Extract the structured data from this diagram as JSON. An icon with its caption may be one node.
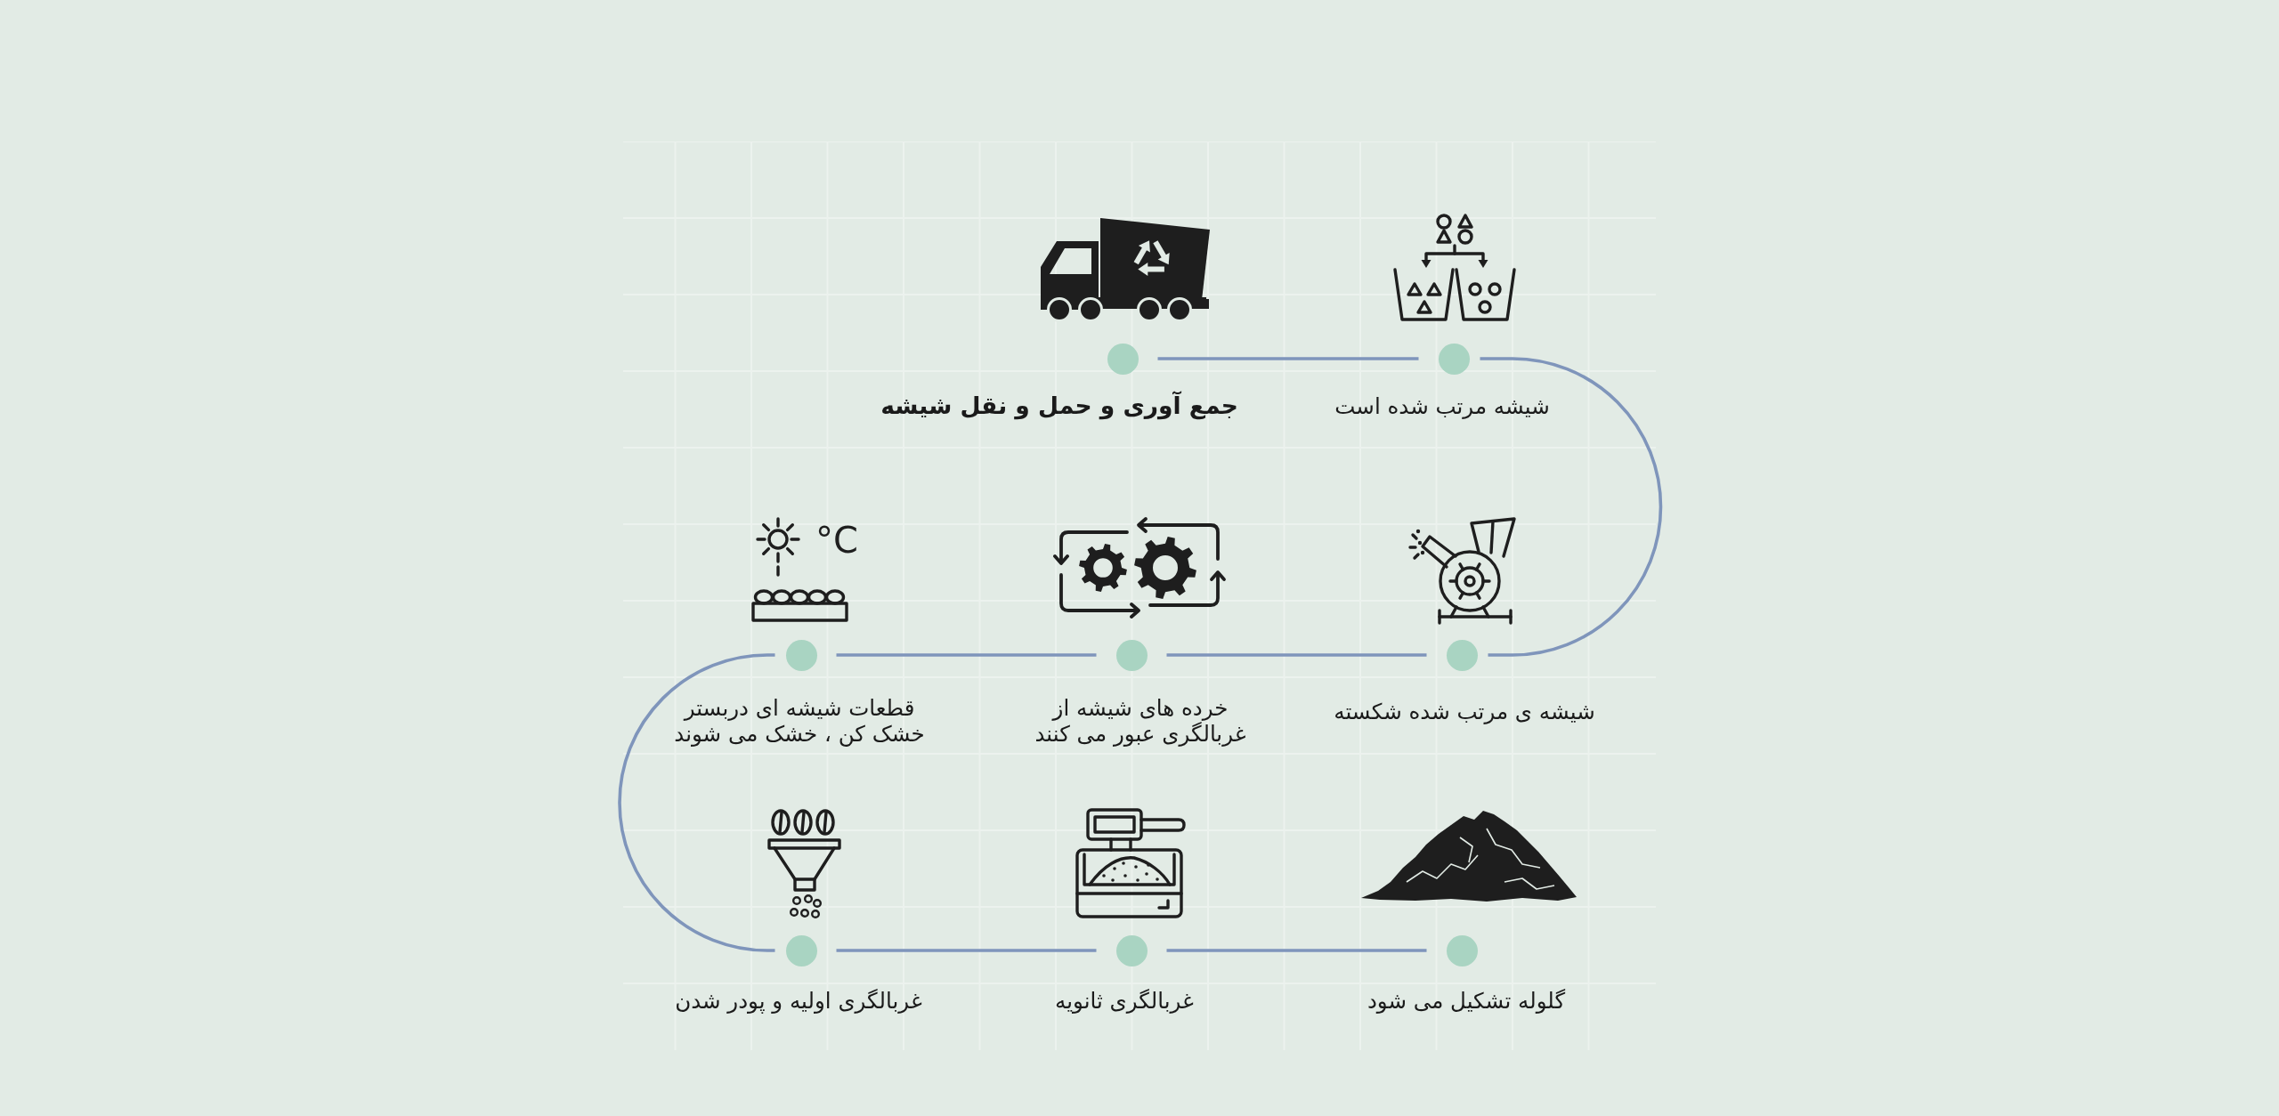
{
  "diagram": {
    "nodes": [
      {
        "text": [],
        "shape": "circle",
        "beside": [
          "جمع آوری و حمل و نقل شیشه"
        ]
      },
      {
        "text": [],
        "shape": "circle",
        "beside": [
          "شیشه مرتب شده است"
        ]
      },
      {
        "text": [],
        "shape": "circle",
        "beside": [
          "شیشه ی مرتب شده شکسته"
        ]
      },
      {
        "text": [],
        "shape": "circle",
        "beside": [
          "خرده های شیشه از غربالگری عبور می کنند"
        ]
      },
      {
        "text": [],
        "shape": "circle",
        "beside": [
          "قطعات شیشه ای دربستر خشک کن ، خشک می شوند"
        ]
      },
      {
        "text": [],
        "shape": "circle",
        "beside": [
          "غربالگری اولیه و پودر شدن"
        ]
      },
      {
        "text": [],
        "shape": "circle",
        "beside": [
          "غربالگری ثانویه"
        ]
      },
      {
        "text": [],
        "shape": "circle",
        "beside": [
          "گلوله تشکیل می شود"
        ]
      }
    ],
    "edges": [
      {
        "from": 0,
        "to": 1,
        "arrow": "none"
      },
      {
        "from": 1,
        "to": 2,
        "arrow": "none"
      },
      {
        "from": 2,
        "to": 3,
        "arrow": "none"
      },
      {
        "from": 3,
        "to": 4,
        "arrow": "none"
      },
      {
        "from": 4,
        "to": 5,
        "arrow": "none"
      },
      {
        "from": 5,
        "to": 6,
        "arrow": "none"
      },
      {
        "from": 6,
        "to": 7,
        "arrow": "none"
      }
    ],
    "labels": [
      "°C"
    ]
  }
}
